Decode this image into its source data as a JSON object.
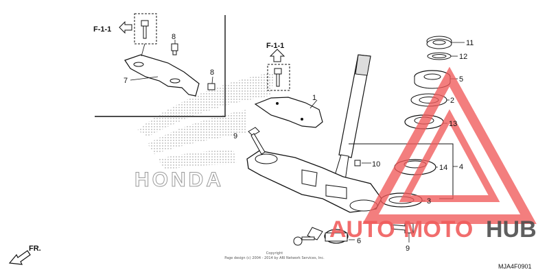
{
  "diagram": {
    "code": "MJA4F0901",
    "copyright_line1": "Copyright",
    "copyright_line2": "Page design (c) 2004 - 2014 by ARI Network Services, Inc."
  },
  "refs": {
    "top_left": "F-1-1",
    "center": "F-1-1",
    "front": "FR."
  },
  "labels": {
    "p1": "1",
    "p2": "2",
    "p3": "3",
    "p4": "4",
    "p5": "5",
    "p6": "6",
    "p7": "7",
    "p8a": "8",
    "p8b": "8",
    "p9a": "9",
    "p9b": "9",
    "p10": "10",
    "p11": "11",
    "p12": "12",
    "p13": "13",
    "p14": "14"
  },
  "brand": {
    "honda": "HONDA"
  },
  "watermark": {
    "part1": "AUTO",
    "part2": "MOTO",
    "part3": "HUB",
    "accent": "#f05a5a",
    "dark": "#4a4a4a"
  }
}
